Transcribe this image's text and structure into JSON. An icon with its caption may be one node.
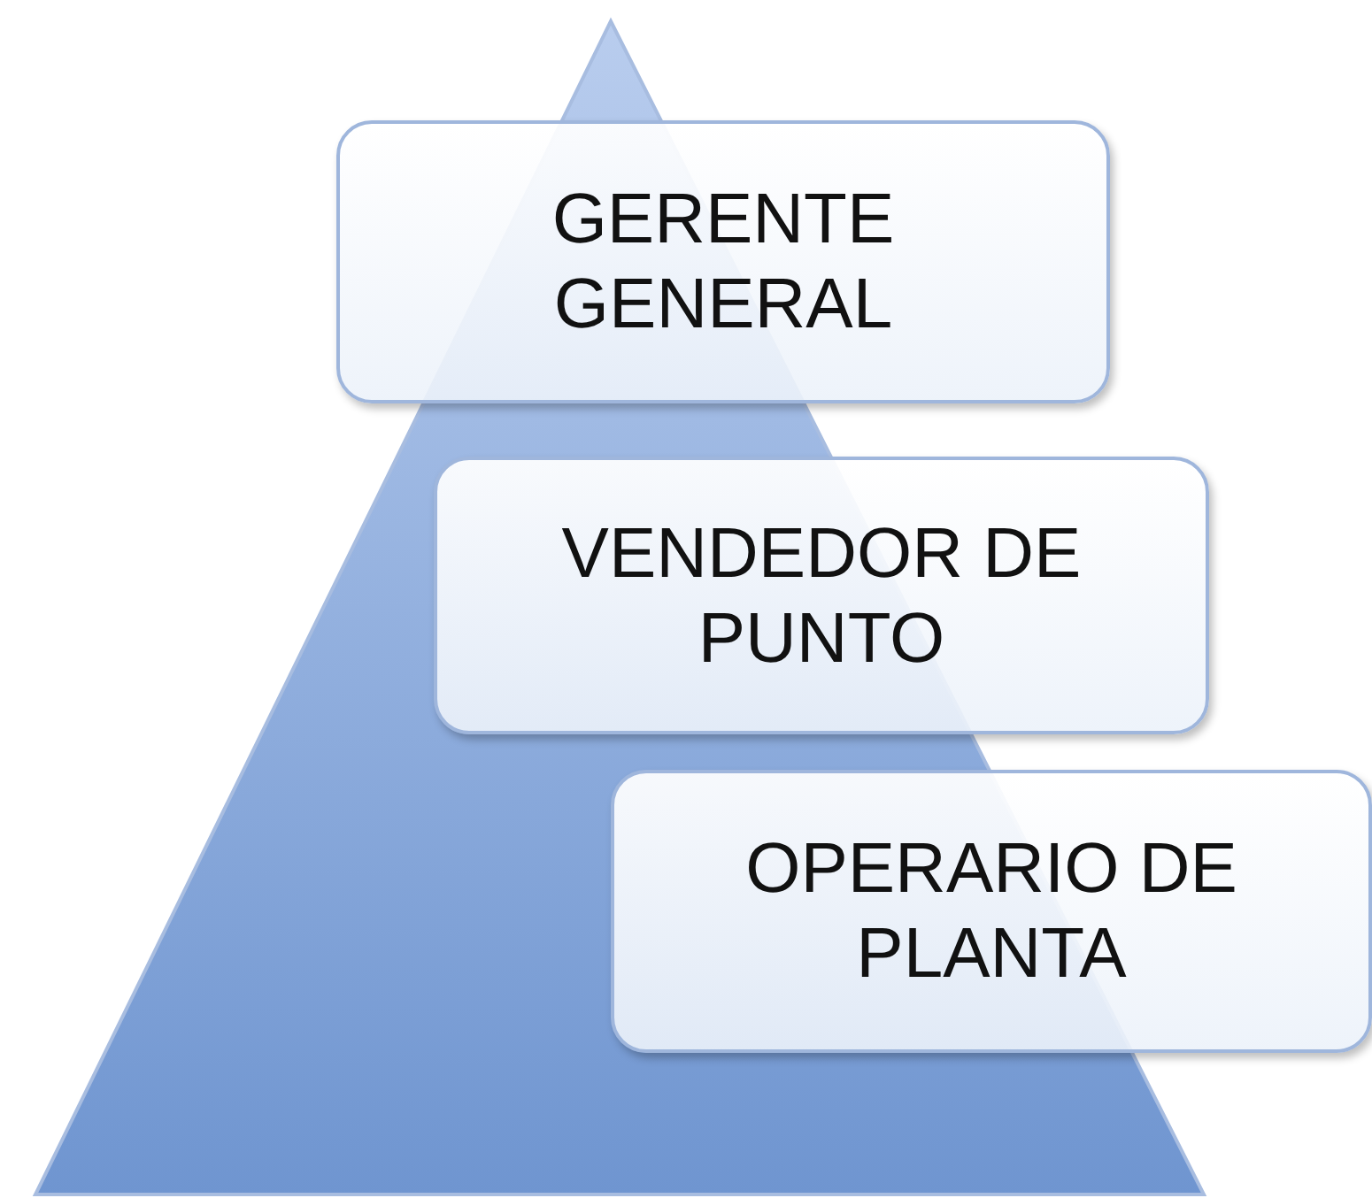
{
  "diagram": {
    "nodes": [
      {
        "text": [
          "GERENTE GENERAL"
        ]
      },
      {
        "text": [
          "VENDEDOR DE PUNTO"
        ]
      },
      {
        "text": [
          "OPERARIO DE PLANTA"
        ]
      }
    ]
  }
}
